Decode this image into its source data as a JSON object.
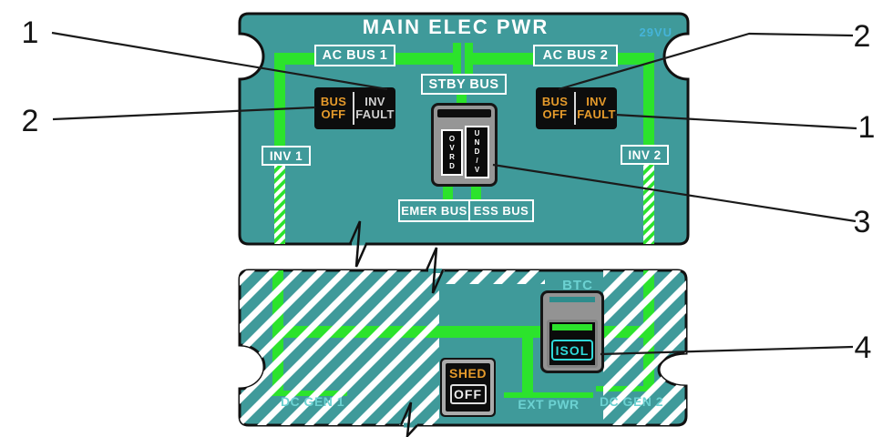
{
  "diagram": {
    "title": "MAIN ELEC PWR",
    "panel_code": "29VU"
  },
  "top_panel": {
    "labels": {
      "ac_bus_1": "AC BUS 1",
      "ac_bus_2": "AC BUS 2",
      "stby_bus": "STBY BUS",
      "inv_1": "INV 1",
      "inv_2": "INV 2",
      "emer_bus": "EMER BUS",
      "ess_bus": "ESS BUS"
    },
    "annunciators": {
      "left": {
        "bus_off": "BUS\nOFF",
        "inv_fault": "INV\nFAULT"
      },
      "right": {
        "bus_off": "BUS\nOFF",
        "inv_fault": "INV\nFAULT"
      }
    },
    "stby_switch": {
      "ovrd": "OVRD",
      "undv": "UND/V"
    }
  },
  "bottom_panel": {
    "btc_label": "BTC",
    "isol_label": "ISOL",
    "shed_button": {
      "top": "SHED",
      "bottom": "OFF"
    },
    "labels": {
      "dc_gen_1": "DC GEN 1",
      "ext_pwr": "EXT PWR",
      "dc_gen_2": "DC GEN 2"
    }
  },
  "callouts": {
    "left": [
      "1",
      "2"
    ],
    "right": [
      "2",
      "1",
      "3",
      "4"
    ]
  },
  "colors": {
    "panel_teal": "#3F9A9A",
    "bus_green": "#2CE32C",
    "annunciator_orange": "#E59A2B",
    "annunciator_white": "#CFCFCF",
    "label_cyan": "#6CD2D2",
    "isol_cyan": "#2FD9D9",
    "panel_code_cyan": "#45B4D9"
  }
}
